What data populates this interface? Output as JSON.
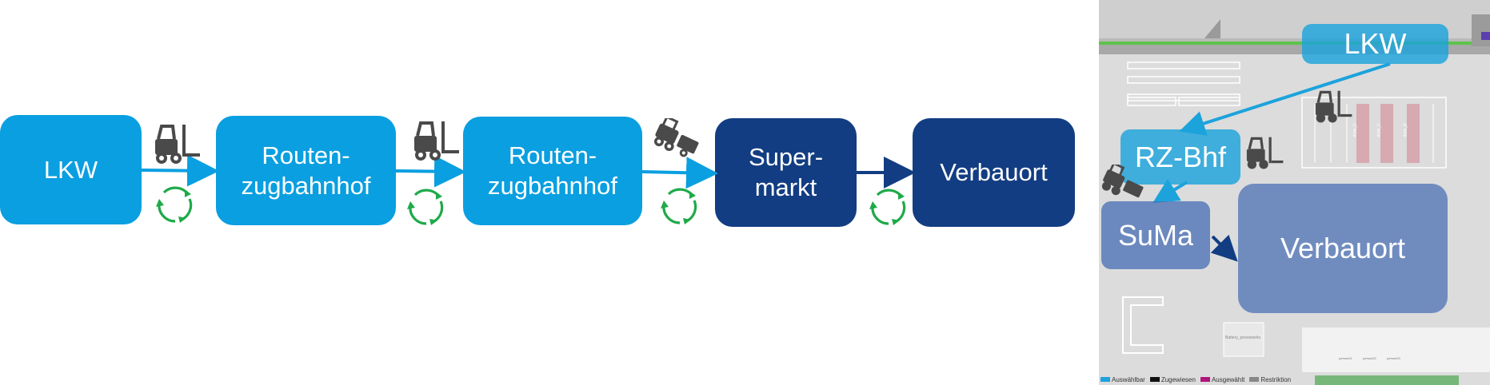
{
  "flow": {
    "nodes": [
      {
        "id": "lkw",
        "label": "LKW",
        "style": "light"
      },
      {
        "id": "rz1",
        "label": "Routen-\nzugbahnhof",
        "style": "light"
      },
      {
        "id": "rz2",
        "label": "Routen-\nzugbahnhof",
        "style": "light"
      },
      {
        "id": "suma",
        "label": "Super-\nmarkt",
        "style": "dark"
      },
      {
        "id": "verbauort",
        "label": "Verbauort",
        "style": "dark"
      }
    ],
    "edges": [
      {
        "from": "lkw",
        "to": "rz1",
        "vehicle": "forklift-icon"
      },
      {
        "from": "rz1",
        "to": "rz2",
        "vehicle": "forklift-icon"
      },
      {
        "from": "rz2",
        "to": "suma",
        "vehicle": "tugger-train-icon"
      },
      {
        "from": "suma",
        "to": "verbauort",
        "vehicle": "none"
      }
    ],
    "cycle_icon": "recycle-arrows-icon"
  },
  "map": {
    "labels": {
      "lkw": "LKW",
      "rzbhf": "RZ-Bhf",
      "suma": "SuMa",
      "verbauort": "Verbauort"
    },
    "legend": [
      {
        "label": "Auswählbar",
        "color": "#1ca3dc"
      },
      {
        "label": "Zugewiesen",
        "color": "#111111"
      },
      {
        "label": "Ausgewählt",
        "color": "#b0157a"
      },
      {
        "label": "Restriktion",
        "color": "#888888"
      }
    ],
    "station_label": "Battery_pressworks",
    "rack_labels": [
      "Aisle_D",
      "Aisle_C",
      "Aisle_B"
    ],
    "figure_labels": [
      "person01",
      "person02",
      "person03"
    ]
  },
  "colors": {
    "light_blue": "#0a9fe0",
    "dark_blue": "#123d82",
    "cycle_green": "#1faa4a",
    "icon_gray": "#4a4a4a"
  }
}
